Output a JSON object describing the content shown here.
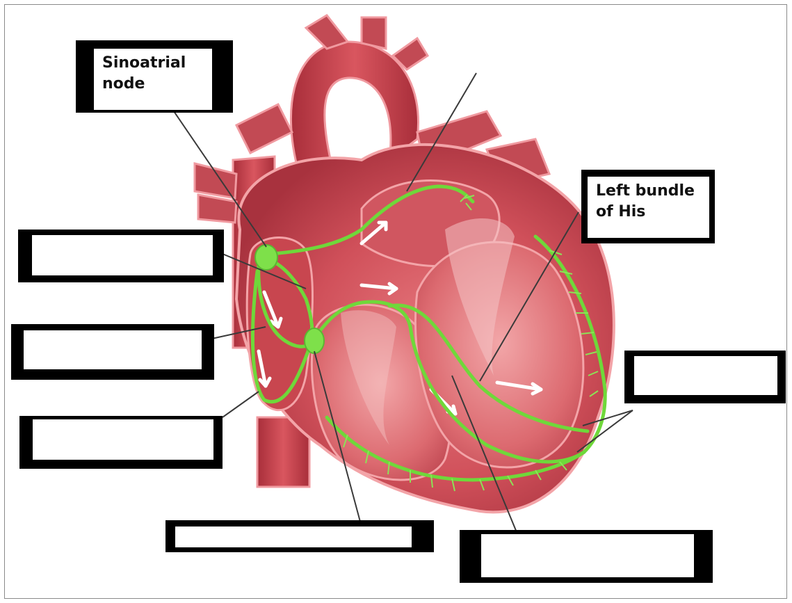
{
  "diagram": {
    "labels": {
      "sinoatrial": "Sinoatrial\nnode",
      "left_bundle": "Left bundle\nof His"
    },
    "blank_boxes": [
      "blank-label-1",
      "blank-label-2",
      "blank-label-3",
      "blank-label-4",
      "blank-label-5",
      "blank-label-6"
    ],
    "colors": {
      "heart_dark": "#b83a46",
      "heart_mid": "#d9565f",
      "heart_light": "#ee8a8d",
      "conduction": "#6fd83a",
      "leader_line": "#3a3a3a"
    }
  }
}
